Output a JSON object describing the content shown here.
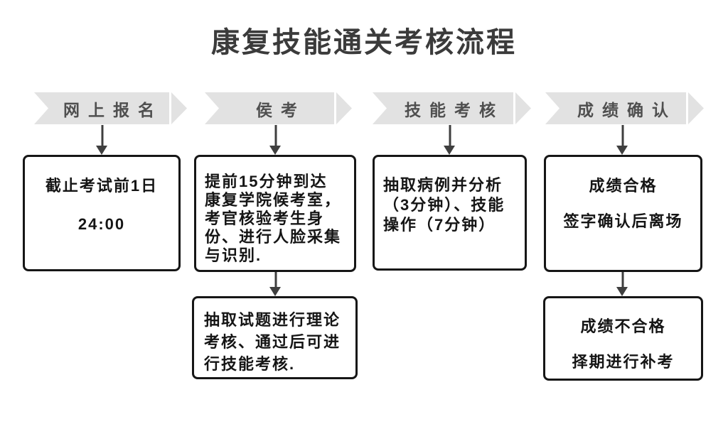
{
  "title": "康复技能通关考核流程",
  "colors": {
    "background": "#ffffff",
    "banner_fill": "#e2e2e2",
    "banner_text": "#4f4f4f",
    "box_border": "#161616",
    "box_text": "#151515",
    "arrow": "#3f3f3f",
    "title_text": "#3b3b3b"
  },
  "steps": [
    {
      "label": "网上报名",
      "detail": "截止考试前1日\n\n24:00"
    },
    {
      "label": "侯考",
      "detail": "提前15分钟到达\n康复学院候考室，\n考官核验考生身\n份、进行人脸采集\n与识别."
    },
    {
      "label": "技能考核",
      "detail": "抽取病例并分析\n（3分钟）、技能\n操作（7分钟）"
    },
    {
      "label": "成绩确认",
      "detail": "成绩合格\n\n签字确认后离场"
    }
  ],
  "sub_steps": [
    {
      "parent": "侯考",
      "detail": "抽取试题进行理论\n考核、通过后可进\n行技能考核."
    },
    {
      "parent": "成绩确认",
      "detail": "成绩不合格\n\n择期进行补考"
    }
  ]
}
